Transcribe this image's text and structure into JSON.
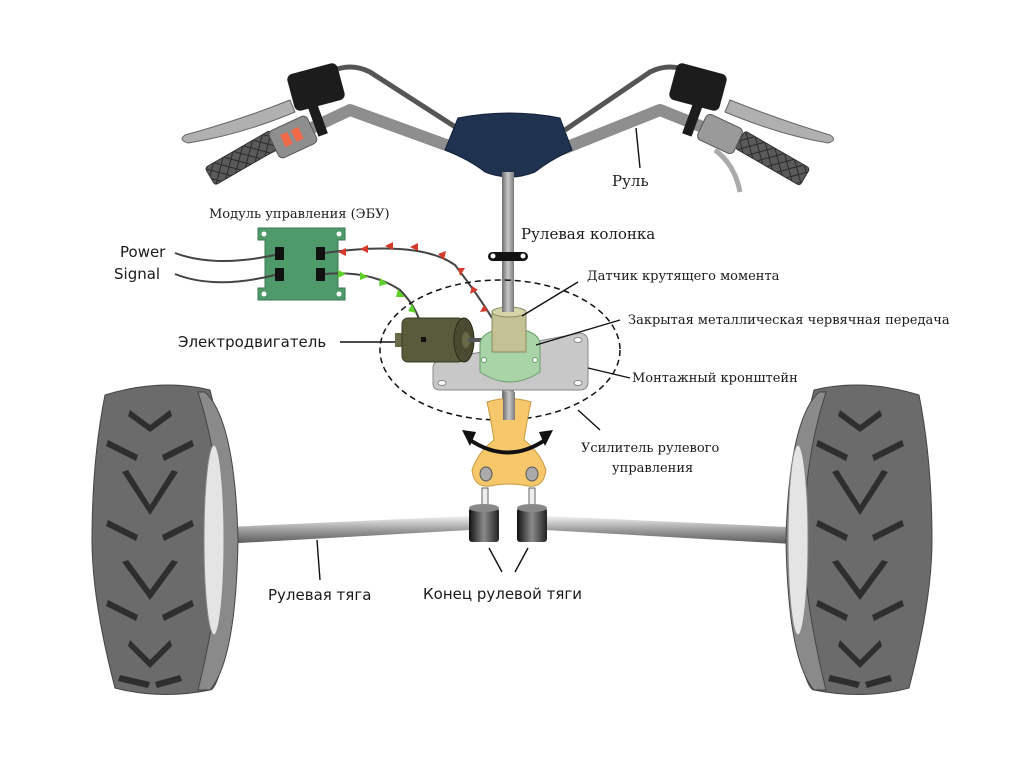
{
  "title": "Электроусилитель руля квадроцикла",
  "labels": {
    "handlebar": "Руль",
    "steering_column": "Рулевая колонка",
    "ecu": "Модуль управления (ЭБУ)",
    "power": "Power",
    "signal": "Signal",
    "torque_sensor": "Датчик крутящего момента",
    "worm_gear": "Закрытая металлическая червячная передача",
    "mounting_bracket": "Монтажный кронштейн",
    "electric_motor": "Электродвигатель",
    "power_steering_line1": "Усилитель рулевого",
    "power_steering_line2": "управления",
    "tie_rod": "Рулевая тяга",
    "tie_rod_end": "Конец рулевой тяги"
  },
  "colors": {
    "handlebar_center": "#1f3350",
    "bar": "#8e8e8e",
    "grip": "#4a4a4a",
    "ecu_board": "#4f9a6b",
    "motor": "#5a5a3c",
    "torque_sensor": "#c2c294",
    "gear_housing": "#a8d4a8",
    "bracket": "#c8c8c8",
    "pitman": "#f7c76c",
    "tire": "#6b6b6b",
    "tread": "#2e2e2e",
    "signal_to_ecu": "#d63a2a",
    "signal_to_motor": "#5fd02a",
    "switch": "#f06a4a"
  }
}
